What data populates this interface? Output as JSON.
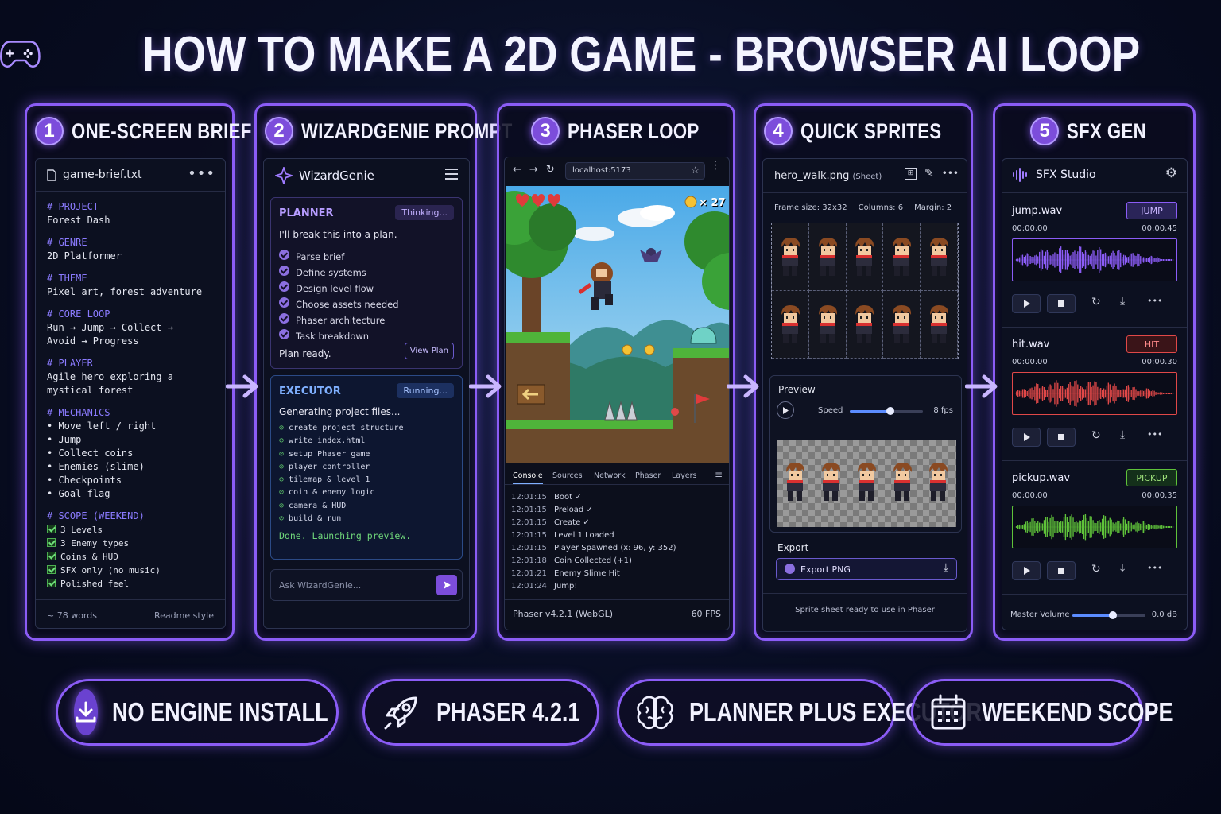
{
  "title": "HOW TO MAKE A 2D GAME - BROWSER AI LOOP",
  "colors": {
    "accent": "#8b5cf6",
    "jump": "#8b5cf6",
    "hit": "#e04848",
    "pickup": "#5fc23a"
  },
  "panels": [
    {
      "num": "1",
      "title": "ONE-SCREEN BRIEF"
    },
    {
      "num": "2",
      "title": "WIZARDGENIE PROMPT"
    },
    {
      "num": "3",
      "title": "PHASER LOOP"
    },
    {
      "num": "4",
      "title": "QUICK SPRITES"
    },
    {
      "num": "5",
      "title": "SFX GEN"
    }
  ],
  "brief": {
    "filename": "game-brief.txt",
    "project_h": "# PROJECT",
    "project": "Forest Dash",
    "genre_h": "# GENRE",
    "genre": "2D Platformer",
    "theme_h": "# THEME",
    "theme": "Pixel art, forest adventure",
    "loop_h": "# CORE LOOP",
    "loop1": "Run → Jump → Collect →",
    "loop2": "Avoid → Progress",
    "player_h": "# PLAYER",
    "player1": "Agile hero exploring a",
    "player2": "mystical forest",
    "mech_h": "# MECHANICS",
    "mechanics": [
      "• Move left / right",
      "• Jump",
      "• Collect coins",
      "• Enemies (slime)",
      "• Checkpoints",
      "• Goal flag"
    ],
    "scope_h": "# SCOPE (WEEKEND)",
    "scope": [
      "3 Levels",
      "3 Enemy types",
      "Coins & HUD",
      "SFX only (no music)",
      "Polished feel"
    ],
    "words": "~ 78 words",
    "style": "Readme style"
  },
  "wizard": {
    "app": "WizardGenie",
    "planner_label": "PLANNER",
    "planner_status": "Thinking...",
    "planner_intro": "I'll break this into a plan.",
    "plan_items": [
      "Parse brief",
      "Define systems",
      "Design level flow",
      "Choose assets needed",
      "Phaser architecture",
      "Task breakdown"
    ],
    "plan_ready": "Plan ready.",
    "view_plan": "View Plan",
    "executor_label": "EXECUTOR",
    "executor_status": "Running...",
    "executor_intro": "Generating project files...",
    "exec_items": [
      "create project structure",
      "write index.html",
      "setup Phaser game",
      "player controller",
      "tilemap & level 1",
      "coin & enemy logic",
      "camera & HUD",
      "build & run"
    ],
    "exec_done": "Done. Launching preview.",
    "ask_placeholder": "Ask WizardGenie..."
  },
  "phaser": {
    "url": "localhost:5173",
    "coin_count": "× 27",
    "tabs": [
      "Console",
      "Sources",
      "Network",
      "Phaser",
      "Layers"
    ],
    "logs": [
      {
        "t": "12:01:15",
        "m": "Boot ✓"
      },
      {
        "t": "12:01:15",
        "m": "Preload ✓"
      },
      {
        "t": "12:01:15",
        "m": "Create ✓"
      },
      {
        "t": "12:01:15",
        "m": "Level 1 Loaded"
      },
      {
        "t": "12:01:15",
        "m": "Player Spawned (x: 96, y: 352)"
      },
      {
        "t": "12:01:18",
        "m": "Coin Collected (+1)"
      },
      {
        "t": "12:01:21",
        "m": "Enemy Slime Hit"
      },
      {
        "t": "12:01:24",
        "m": "Jump!"
      }
    ],
    "version": "Phaser v4.2.1 (WebGL)",
    "fps": "60 FPS"
  },
  "sprites": {
    "file": "hero_walk.png",
    "file_tag": "(Sheet)",
    "frame_size": "Frame size: 32x32",
    "columns": "Columns: 6",
    "margin": "Margin: 2",
    "preview": "Preview",
    "speed": "Speed",
    "fps": "8 fps",
    "speed_fraction": 0.55,
    "export": "Export",
    "export_btn": "Export PNG",
    "ready": "Sprite sheet ready to use in Phaser"
  },
  "sfx": {
    "app": "SFX Studio",
    "clips": [
      {
        "file": "jump.wav",
        "tag": "JUMP",
        "start": "00:00.00",
        "end": "00:00.45"
      },
      {
        "file": "hit.wav",
        "tag": "HIT",
        "start": "00:00.00",
        "end": "00:00.30"
      },
      {
        "file": "pickup.wav",
        "tag": "PICKUP",
        "start": "00:00.00",
        "end": "00:00.35"
      }
    ],
    "master": "Master Volume",
    "master_val": "0.0 dB",
    "master_fraction": 0.55
  },
  "pills": [
    {
      "label": "NO ENGINE INSTALL",
      "icon": "download-icon"
    },
    {
      "label": "PHASER 4.2.1",
      "icon": "rocket-icon"
    },
    {
      "label": "PLANNER PLUS EXECUTOR",
      "icon": "brain-icon"
    },
    {
      "label": "WEEKEND SCOPE",
      "icon": "calendar-icon"
    }
  ]
}
